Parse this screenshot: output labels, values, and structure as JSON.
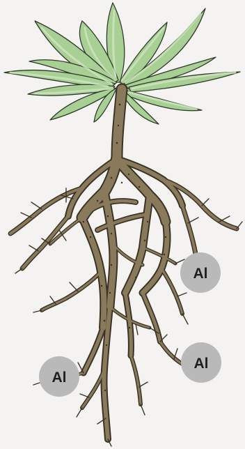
{
  "figure": {
    "subject": "plant-with-root-system",
    "background_color": "#f4f3f1",
    "leaf_fill": "#a8cf94",
    "leaf_light": "#cfe5c0",
    "leaf_stroke": "#2f3a2a",
    "root_fill": "#8a7a5c",
    "root_stroke": "#3b3326",
    "badge_fill": "#b9b9b9",
    "badge_text_color": "#1e1e1e"
  },
  "badges": [
    {
      "label": "Al"
    },
    {
      "label": "Al"
    },
    {
      "label": "Al"
    }
  ]
}
